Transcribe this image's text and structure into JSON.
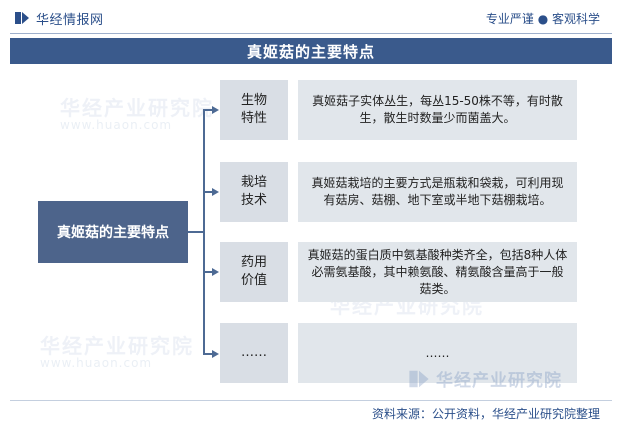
{
  "header": {
    "logo_text": "华经情报网",
    "slogan": "专业严谨 ● 客观科学"
  },
  "title": "真姬菇的主要特点",
  "main_node": "真姬菇的主要特点",
  "branches": [
    {
      "label_line1": "生物",
      "label_line2": "特性",
      "desc": "真姬菇子实体丛生，每丛15-50株不等，有时散生，散生时数量少而菌盖大。"
    },
    {
      "label_line1": "栽培",
      "label_line2": "技术",
      "desc": "真姬菇栽培的主要方式是瓶栽和袋栽，可利用现有菇房、菇棚、地下室或半地下菇棚栽培。"
    },
    {
      "label_line1": "药用",
      "label_line2": "价值",
      "desc": "真姬菇的蛋白质中氨基酸种类齐全，包括8种人体必需氨基酸，其中赖氨酸、精氨酸含量高于一般菇类。"
    },
    {
      "label_line1": "……",
      "label_line2": "",
      "desc": "……"
    }
  ],
  "watermark": {
    "text": "华经产业研究院",
    "url": "www.huaon.com"
  },
  "footer": {
    "source": "资料来源：公开资料，华经产业研究院整理"
  },
  "colors": {
    "title_bar": "#3a5a8c",
    "main_box": "#4d648b",
    "category_box": "#d9dee5",
    "desc_box": "#e1e6eb",
    "accent_text": "#2b4f8a"
  }
}
